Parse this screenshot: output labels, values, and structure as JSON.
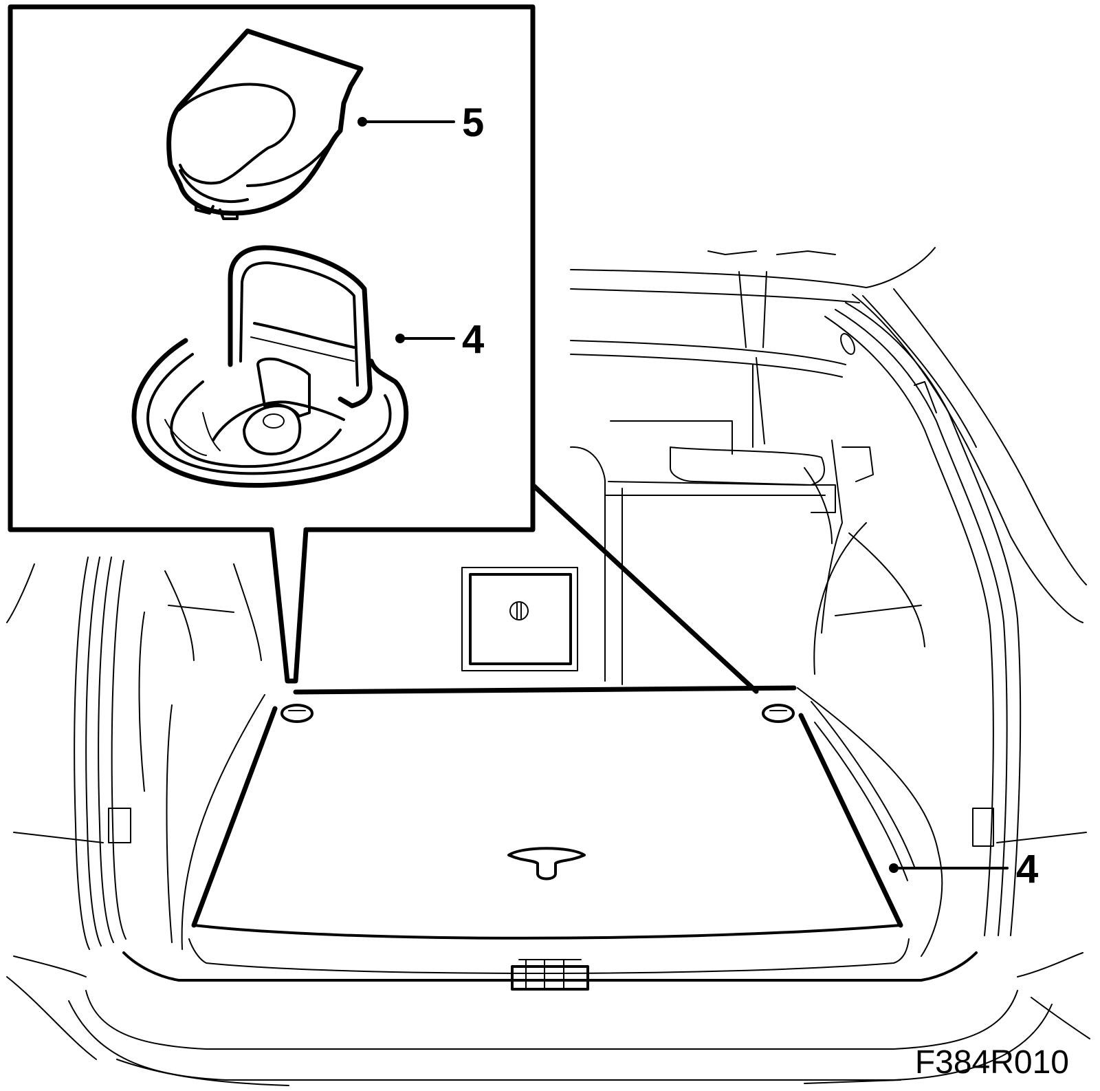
{
  "callouts": {
    "cover": "5",
    "ring_detail": "4",
    "ring_floor": "4"
  },
  "figure_id": "F384R010"
}
